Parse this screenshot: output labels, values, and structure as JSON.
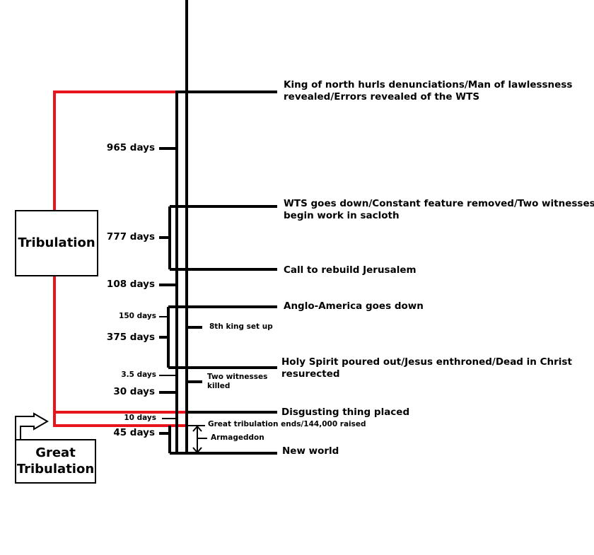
{
  "events": {
    "king_north": "King of north hurls denunciations/Man of lawlessness",
    "king_north_2": "revealed/Errors revealed of the WTS",
    "wts_down": "WTS goes down/Constant feature removed/Two witnesses",
    "wts_down_2": "begin work in sacloth",
    "jerusalem": "Call to rebuild Jerusalem",
    "anglo": "Anglo-America goes down",
    "holy_spirit": "Holy Spirit poured out/Jesus enthroned/Dead in Christ",
    "holy_spirit_2": "resurected",
    "disgusting": "Disgusting thing placed",
    "great_trib_ends": "Great tribulation ends/144,000 raised",
    "new_world": "New world"
  },
  "inner_labels": {
    "eighth_king": "8th king set up",
    "two_witnesses": "Two witnesses",
    "two_witnesses_2": "killed",
    "armageddon": "Armageddon"
  },
  "durations": {
    "d965": "965 days",
    "d777": "777 days",
    "d108": "108 days",
    "d150": "150 days",
    "d375": "375 days",
    "d3_5": "3.5 days",
    "d30": "30 days",
    "d10": "10 days",
    "d45": "45 days"
  },
  "boxes": {
    "tribulation": "Tribulation",
    "great_1": "Great",
    "great_2": "Tribulation"
  },
  "colors": {
    "line": "#000000",
    "tribulation_bracket": "#e8141c"
  }
}
